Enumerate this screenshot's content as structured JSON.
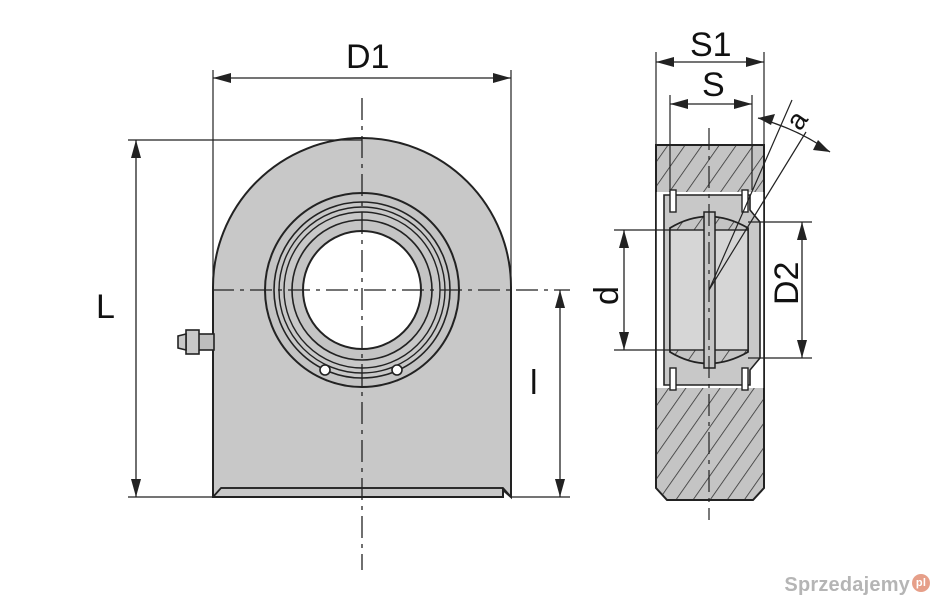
{
  "labels": {
    "d1": "D1",
    "l_upper": "L",
    "l_lower": "l",
    "s1": "S1",
    "s": "S",
    "alpha": "a",
    "d_small": "d",
    "d2": "D2"
  },
  "watermark": {
    "text": "Sprzedajemy",
    "badge": "pl"
  },
  "colors": {
    "body_fill": "#c8c8c8",
    "line": "#222222",
    "hatch": "#333333",
    "background": "#ffffff"
  }
}
